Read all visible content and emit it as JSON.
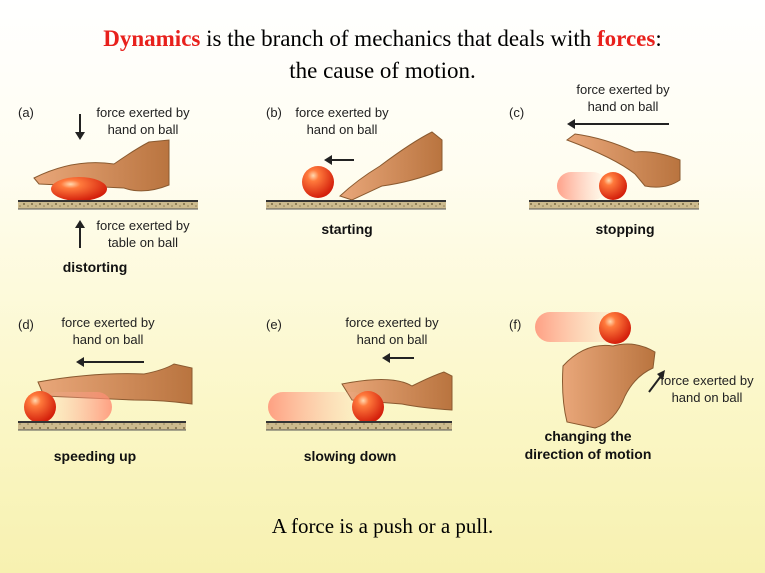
{
  "header": {
    "line1_word1": "Dynamics",
    "line1_mid": " is the branch of mechanics  that deals with ",
    "line1_word2": "forces",
    "line1_end": ":",
    "line2": "the cause of motion."
  },
  "panels": [
    {
      "tag": "(a)",
      "label": "force exerted by hand on ball",
      "label2": "force exerted by table on ball",
      "caption": "distorting"
    },
    {
      "tag": "(b)",
      "label": "force exerted by hand on ball",
      "caption": "starting"
    },
    {
      "tag": "(c)",
      "label": "force exerted by hand on ball",
      "caption": "stopping"
    },
    {
      "tag": "(d)",
      "label": "force exerted by hand on ball",
      "caption": "speeding up"
    },
    {
      "tag": "(e)",
      "label": "force exerted by hand on ball",
      "caption": "slowing down"
    },
    {
      "tag": "(f)",
      "label": "force exerted by hand on ball",
      "caption": "changing the direction of motion"
    }
  ],
  "footer": "A force is a push  or a pull.",
  "colors": {
    "highlight": "#e8201c",
    "ball": "#e83a1c",
    "hand": "#d9925a",
    "table": "#c9b98a"
  }
}
